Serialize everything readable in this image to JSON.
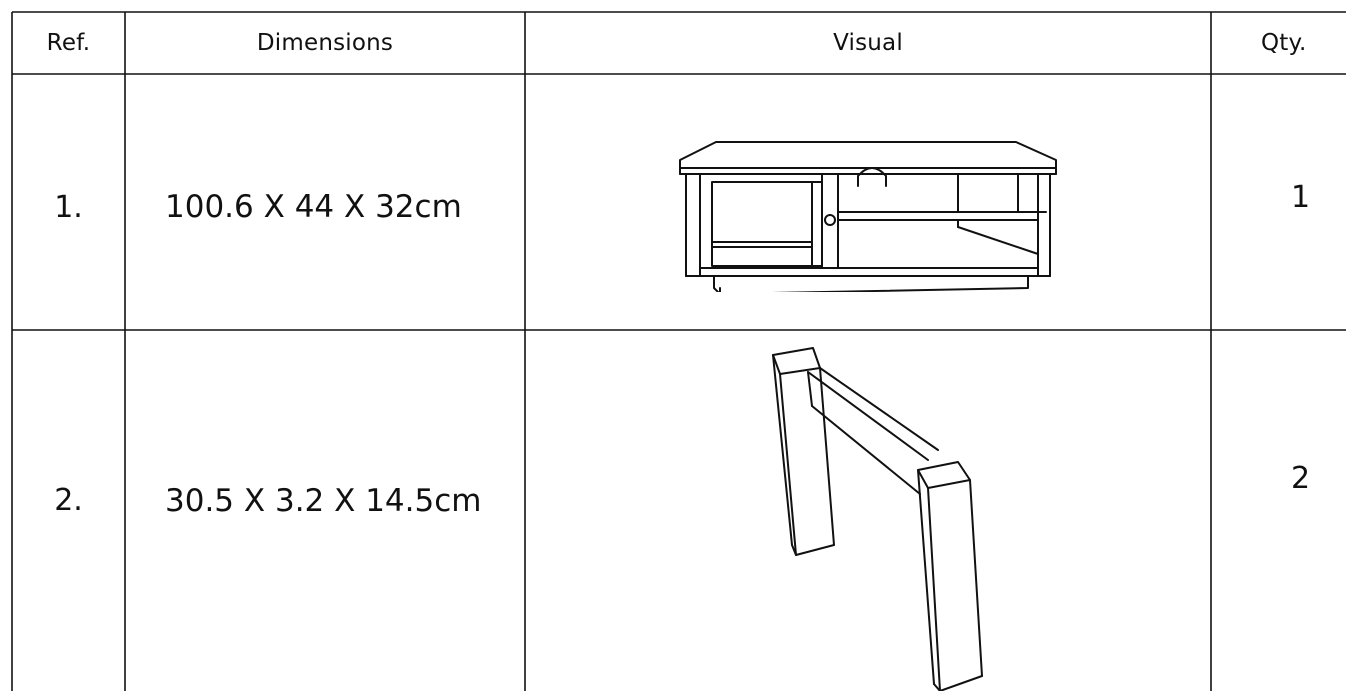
{
  "table": {
    "headers": {
      "ref": "Ref.",
      "dimensions": "Dimensions",
      "visual": "Visual",
      "qty": "Qty."
    },
    "rows": [
      {
        "ref": "1.",
        "dimensions": "100.6 X 44 X 32cm",
        "visual_icon": "tv-cabinet-illustration",
        "qty": "1"
      },
      {
        "ref": "2.",
        "dimensions": "30.5 X 3.2 X 14.5cm",
        "visual_icon": "leg-frame-illustration",
        "qty": "2"
      }
    ]
  }
}
